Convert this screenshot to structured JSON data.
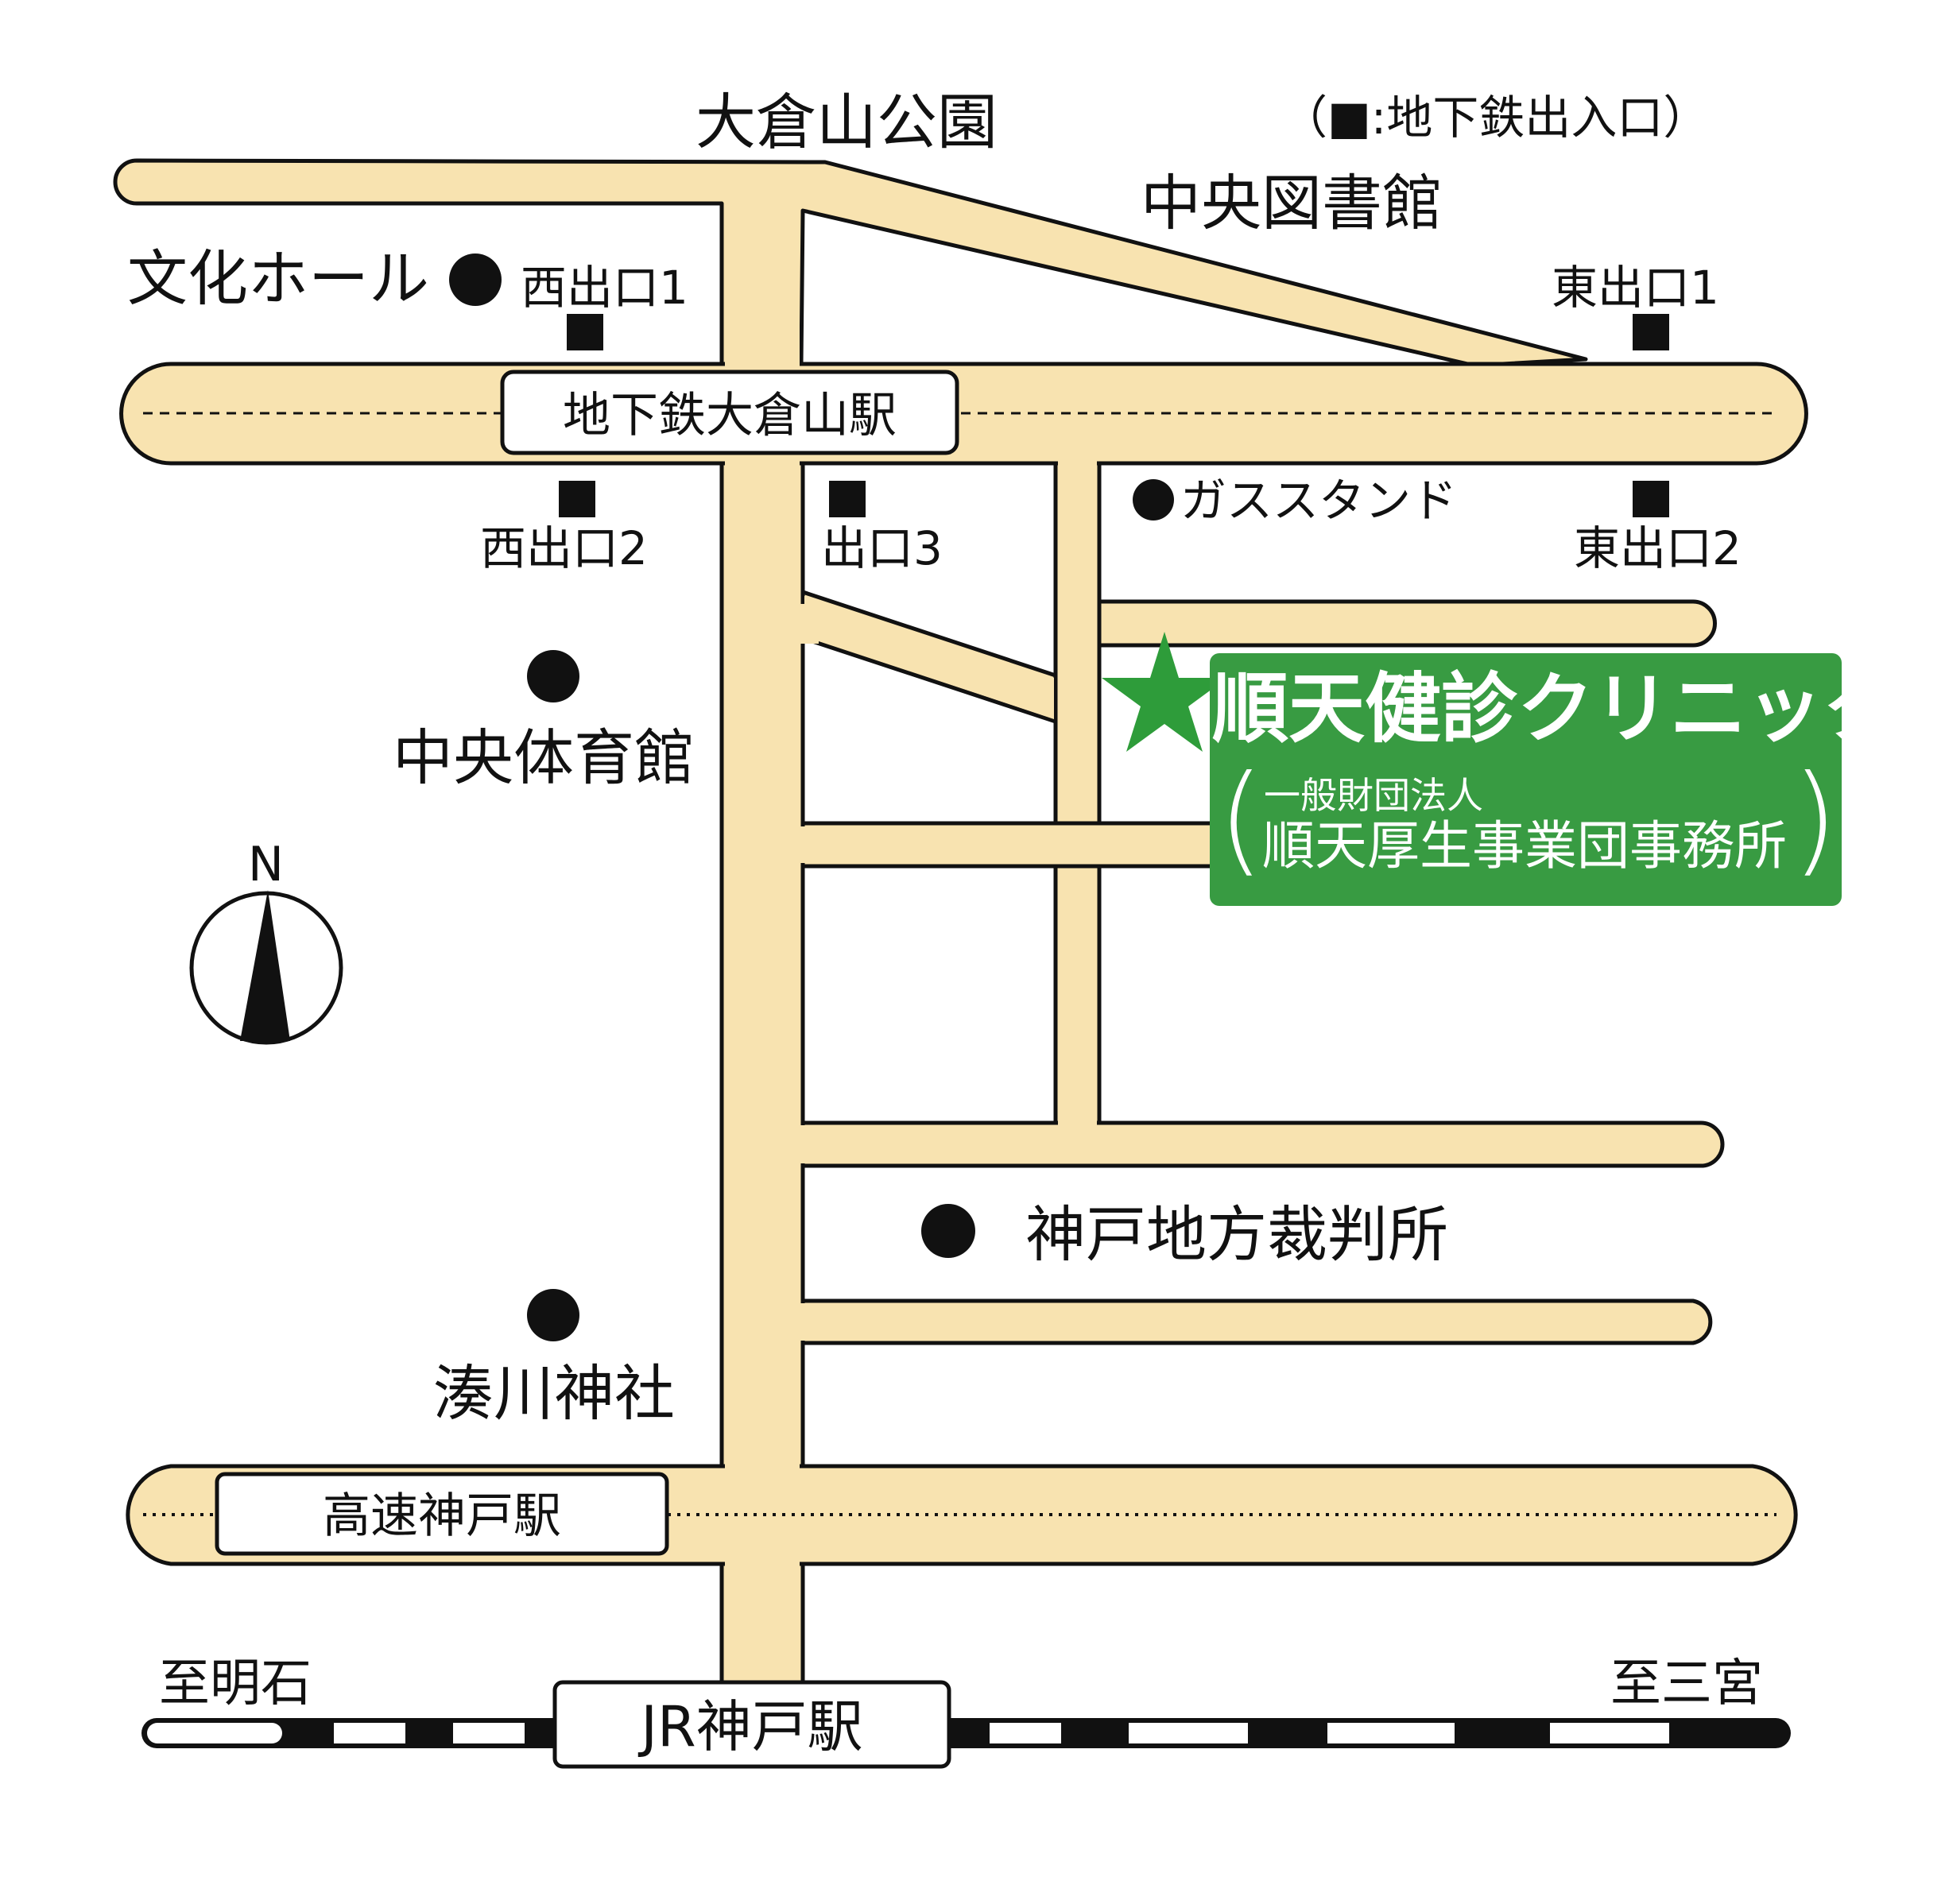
{
  "legend": {
    "text": "（■:地下鉄出入口）"
  },
  "stations": {
    "subway": "地下鉄大倉山駅",
    "hanshin": "高速神戸駅",
    "jr": "JR神戸駅"
  },
  "exits": {
    "west1": "西出口1",
    "west2": "西出口2",
    "exit3": "出口3",
    "east1": "東出口1",
    "east2": "東出口2"
  },
  "landmarks": {
    "park": "大倉山公園",
    "library": "中央図書館",
    "bunka_hall": "文化ホール",
    "gas_stand": "ガススタンド",
    "gym": "中央体育館",
    "court": "神戸地方裁判所",
    "shrine": "湊川神社"
  },
  "directions": {
    "west": "至明石",
    "east": "至三宮"
  },
  "compass": {
    "north": "N"
  },
  "clinic": {
    "star": "★",
    "name": "順天健診クリニック",
    "paren_open": "(",
    "paren_close": ")",
    "org_type": "一般財団法人",
    "org_name": "順天厚生事業団事務所"
  },
  "colors": {
    "road": "#f8e3b0",
    "clinic_bg": "#389b42",
    "clinic_star": "#2e9c3a",
    "rail_dark": "#111111",
    "rail_light": "#ffffff"
  }
}
